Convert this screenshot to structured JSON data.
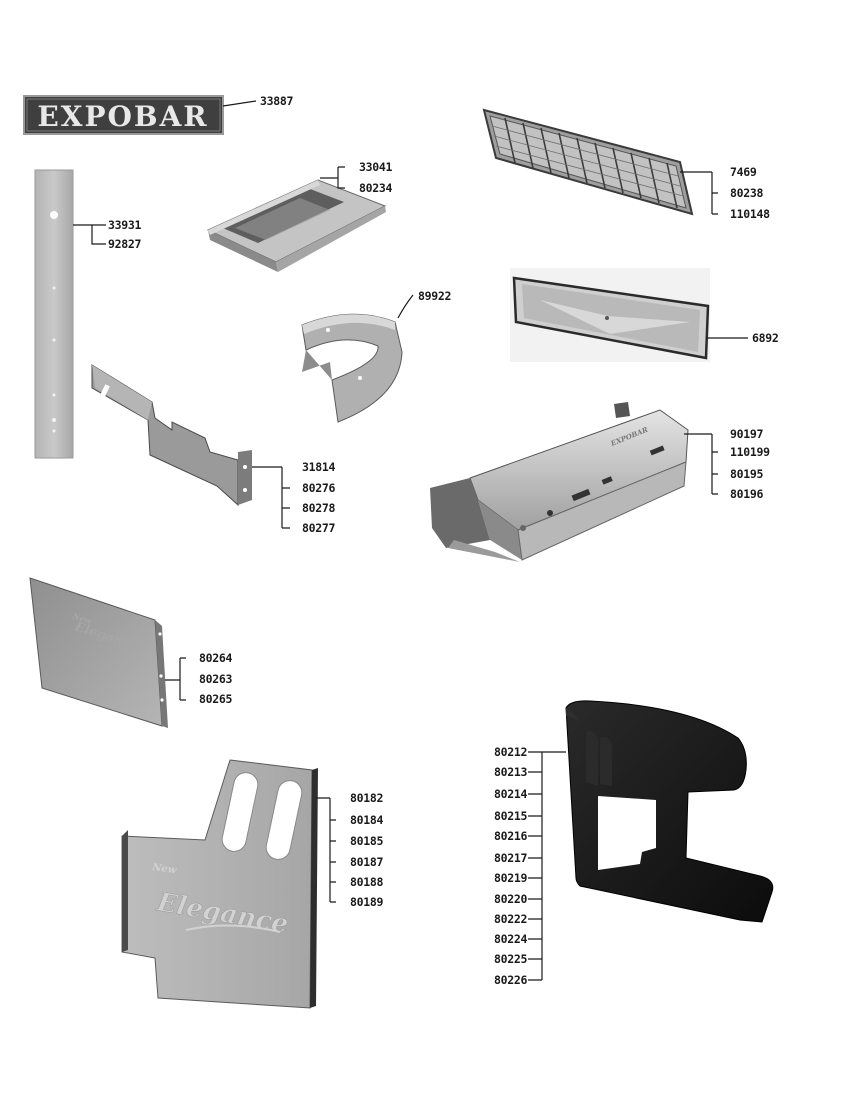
{
  "logo": {
    "text": "EXPOBAR",
    "ref": "33887"
  },
  "groups": {
    "tray_33041": [
      "33041",
      "80234"
    ],
    "grate_7469": [
      "7469",
      "80238",
      "110148"
    ],
    "strip_33931": [
      "33931",
      "92827"
    ],
    "band_89922": [
      "89922"
    ],
    "tray_6892": [
      "6892"
    ],
    "bracket_31814": [
      "31814",
      "80276",
      "80278",
      "80277"
    ],
    "cover_90197": [
      "90197",
      "110199",
      "80195",
      "80196"
    ],
    "panel_80264": [
      "80264",
      "80263",
      "80265"
    ],
    "panel_80182": [
      "80182",
      "80184",
      "80185",
      "80187",
      "80188",
      "80189"
    ],
    "side_80212": [
      "80212",
      "80213",
      "80214",
      "80215",
      "80216",
      "80217",
      "80219",
      "80220",
      "80222",
      "80224",
      "80225",
      "80226"
    ]
  },
  "engravings": {
    "panel_small": {
      "line1": "New",
      "line2": "Elegance"
    },
    "panel_large": {
      "line1": "New",
      "line2": "Elegance"
    },
    "cover_brand": "EXPOBAR"
  },
  "colors": {
    "logo_bg": "#3f3f3f",
    "logo_border": "#9a9a9a",
    "metal_light": "#c8c8c8",
    "metal_mid": "#a9a9a9",
    "metal_dark": "#6e6e6e",
    "plastic_black": "#141414",
    "leader_line": "#1a1a1a"
  }
}
